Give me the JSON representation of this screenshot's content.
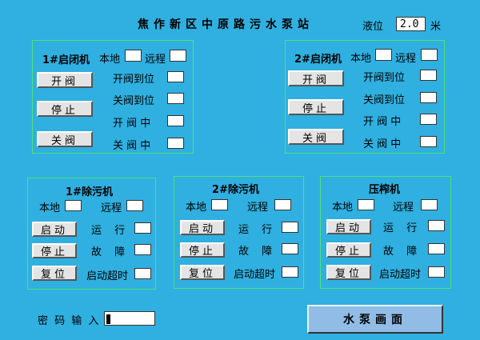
{
  "header": {
    "title": "焦作新区中原路污水泵站",
    "level_label": "液位",
    "level_value": "2.0",
    "level_unit": "米"
  },
  "gate1": {
    "title": "1#启闭机",
    "local": "本地",
    "remote": "远程",
    "open_btn": "开阀",
    "stop_btn": "停止",
    "close_btn": "关阀",
    "open_done": "开阀到位",
    "close_done": "关阀到位",
    "opening": "开 阀 中",
    "closing": "关 阀 中"
  },
  "gate2": {
    "title": "2#启闭机",
    "local": "本地",
    "remote": "远程",
    "open_btn": "开阀",
    "stop_btn": "停止",
    "close_btn": "关阀",
    "open_done": "开阀到位",
    "close_done": "关阀到位",
    "opening": "开 阀 中",
    "closing": "关 阀 中"
  },
  "dec1": {
    "title": "1#除污机",
    "local": "本地",
    "remote": "远程",
    "start_btn": "启动",
    "stop_btn": "停止",
    "reset_btn": "复位",
    "running": "运 行",
    "fault": "故 障",
    "timeout": "启动超时"
  },
  "dec2": {
    "title": "2#除污机",
    "local": "本地",
    "remote": "远程",
    "start_btn": "启动",
    "stop_btn": "停止",
    "reset_btn": "复位",
    "running": "运 行",
    "fault": "故 障",
    "timeout": "启动超时"
  },
  "press": {
    "title": "压榨机",
    "local": "本地",
    "remote": "远程",
    "start_btn": "启动",
    "stop_btn": "停止",
    "reset_btn": "复位",
    "running": "运 行",
    "fault": "故 障",
    "timeout": "启动超时"
  },
  "footer": {
    "password_label": "密 码 输 入",
    "pump_screen_btn": "水泵画面"
  },
  "colors": {
    "background": "#2fb0e0",
    "panel_border": "#4fe07c",
    "big_button": "#90bce6"
  }
}
